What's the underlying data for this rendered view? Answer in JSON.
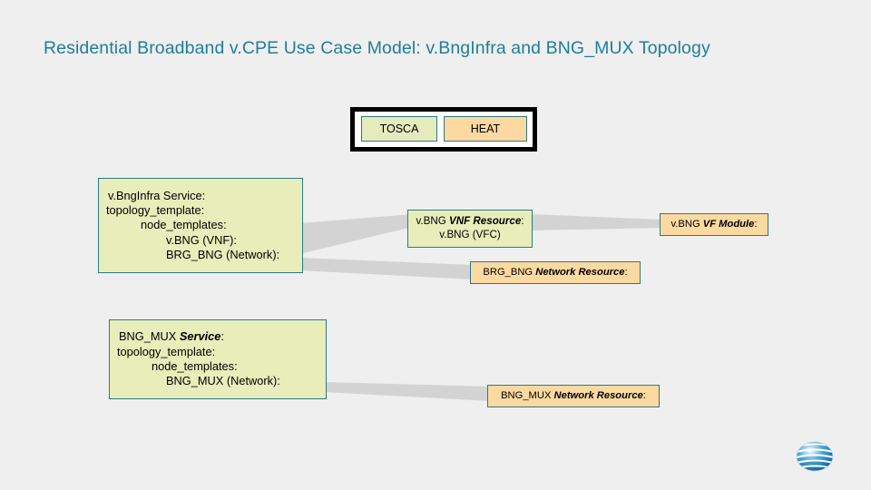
{
  "slide": {
    "title": "Residential Broadband v.CPE Use Case Model: v.BngInfra and BNG_MUX Topology",
    "background_color": "#efefef",
    "title_color": "#1f7d9b"
  },
  "template_types": {
    "frame_border_color": "#000000",
    "tosca": {
      "label": "TOSCA",
      "fill": "#e5ebbd"
    },
    "heat": {
      "label": "HEAT",
      "fill": "#fbd9a0"
    }
  },
  "services": {
    "vbnginfra": {
      "lines": [
        "v.BngInfra Service:",
        "topology_template:",
        "node_templates:",
        "v.BNG (VNF):",
        "BRG_BNG (Network):"
      ],
      "fill": "#e8edba",
      "border": "#2a7b85"
    },
    "bngmux": {
      "lines": [
        "BNG_MUX Service:",
        "topology_template:",
        "node_templates:",
        "BNG_MUX (Network):"
      ],
      "name_prefix": "BNG_MUX",
      "name_emphasis": "Service",
      "fill": "#e8edba",
      "border": "#2a7b85"
    }
  },
  "resources": {
    "vbng_vnf": {
      "line1_prefix": "v.BNG ",
      "line1_emphasis": "VNF Resource",
      "line1_suffix": ":",
      "line2": "v.BNG (VFC)",
      "fill": "#e8edba"
    },
    "vbng_vf_module": {
      "prefix": "v.BNG ",
      "emphasis": "VF Module",
      "suffix": ":",
      "fill": "#fbd9a0"
    },
    "brg_bng_network": {
      "prefix": "BRG_BNG ",
      "emphasis": "Network Resource",
      "suffix": ":",
      "fill": "#fbd9a0"
    },
    "bngmux_network": {
      "prefix": "BNG_MUX ",
      "emphasis": "Network Resource",
      "suffix": ":",
      "fill": "#fbd9a0"
    }
  },
  "connectors": {
    "color": "#d0d0d0",
    "items": [
      "vbnginfra-to-vbng-vnf",
      "vbnginfra-to-brg-bng",
      "vbng-vnf-to-vf-module",
      "bngmux-to-bngmux-network"
    ]
  },
  "branding": {
    "logo_name": "att-globe-logo",
    "logo_color": "#1f7ab4"
  }
}
